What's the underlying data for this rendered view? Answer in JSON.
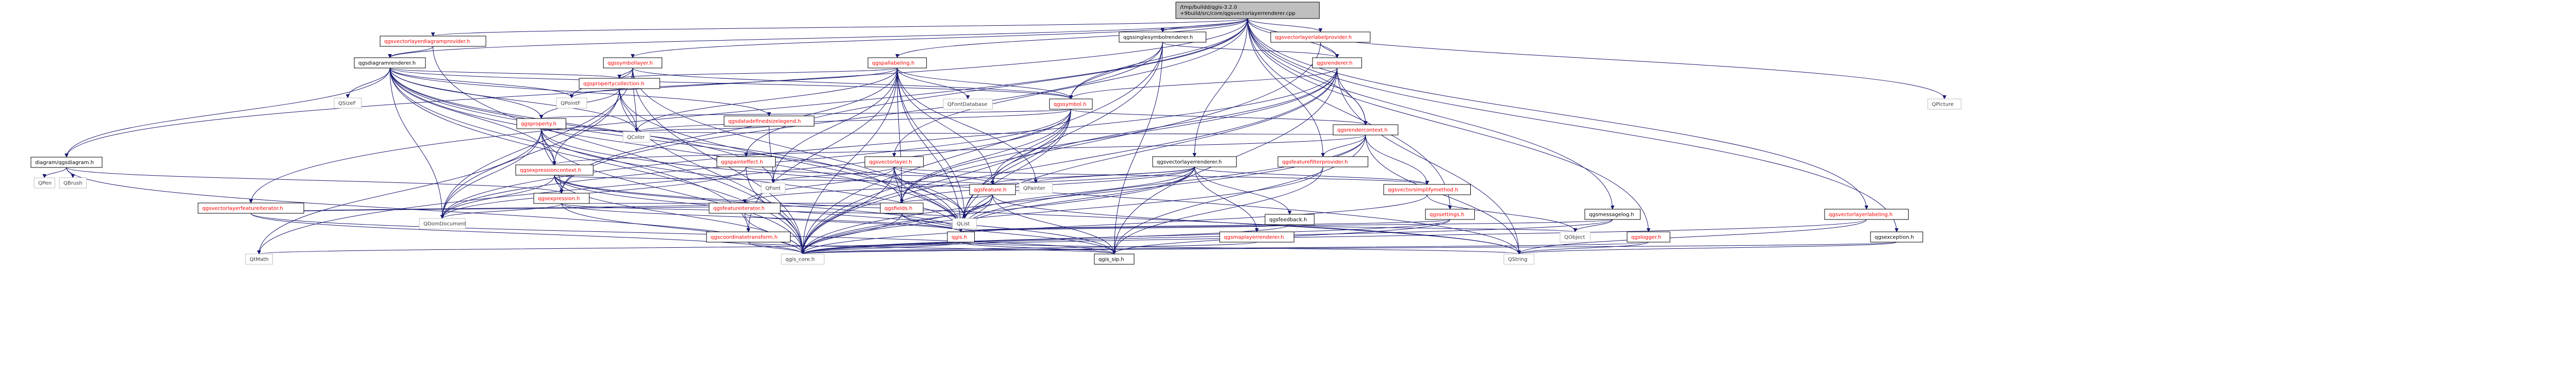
{
  "graph": {
    "root": {
      "id": "root",
      "lines": [
        "/tmp/buildd/qgis-3.2.0",
        "+9build/src/core/qgsvectorlayerrenderer.cpp"
      ]
    },
    "nodes": [
      {
        "id": "qgsvectorlayerdiagramprovider",
        "label": "qgsvectorlayerdiagramprovider.h",
        "style": "red"
      },
      {
        "id": "qgsdiagramrenderer",
        "label": "qgsdiagramrenderer.h",
        "style": "dark"
      },
      {
        "id": "diagram",
        "label": "diagram/qgsdiagram.h",
        "style": "dark"
      },
      {
        "id": "qpen",
        "label": "QPen",
        "style": "plain"
      },
      {
        "id": "qbrush",
        "label": "QBrush",
        "style": "plain"
      },
      {
        "id": "qsizef",
        "label": "QSizeF",
        "style": "plain"
      },
      {
        "id": "qpointf",
        "label": "QPointF",
        "style": "plain"
      },
      {
        "id": "qgsvectorlayerfeatureiterator",
        "label": "qgsvectorlayerfeatureiterator.h",
        "style": "red"
      },
      {
        "id": "qgssymbollayer",
        "label": "qgssymbollayer.h",
        "style": "red"
      },
      {
        "id": "qgspropertycollection",
        "label": "qgspropertycollection.h",
        "style": "red"
      },
      {
        "id": "qgsproperty",
        "label": "qgsproperty.h",
        "style": "red"
      },
      {
        "id": "qgsexpressioncontext",
        "label": "qgsexpressioncontext.h",
        "style": "red"
      },
      {
        "id": "qgsexpression",
        "label": "qgsexpression.h",
        "style": "red"
      },
      {
        "id": "qgspallabeling",
        "label": "qgspallabeling.h",
        "style": "red"
      },
      {
        "id": "qfontdatabase",
        "label": "QFontDatabase",
        "style": "plain"
      },
      {
        "id": "qgsdatadefinedsizelegend",
        "label": "qgsdatadefinedsizelegend.h",
        "style": "red"
      },
      {
        "id": "qgspainteffect",
        "label": "qgspainteffect.h",
        "style": "red"
      },
      {
        "id": "qgsvectorlayer",
        "label": "qgsvectorlayer.h",
        "style": "red"
      },
      {
        "id": "qgssinglesymbolrenderer",
        "label": "qgssinglesymbolrenderer.h",
        "style": "dark"
      },
      {
        "id": "qgssymbol",
        "label": "qgssymbol.h",
        "style": "red"
      },
      {
        "id": "qgsvectorlayerrenderer",
        "label": "qgsvectorlayerrenderer.h",
        "style": "dark"
      },
      {
        "id": "qgsvectorlayerlabelprovider",
        "label": "qgsvectorlayerlabelprovider.h",
        "style": "red"
      },
      {
        "id": "qgsrenderer",
        "label": "qgsrenderer.h",
        "style": "red"
      },
      {
        "id": "qgsrendercontext",
        "label": "qgsrendercontext.h",
        "style": "red"
      },
      {
        "id": "qgsfeaturefilterprovider",
        "label": "qgsfeaturefilterprovider.h",
        "style": "red"
      },
      {
        "id": "qgsvectorsimplifymethod",
        "label": "qgsvectorsimplifymethod.h",
        "style": "red"
      },
      {
        "id": "qgsfeature",
        "label": "qgsfeature.h",
        "style": "red"
      },
      {
        "id": "qgsfeatureiterator",
        "label": "qgsfeatureiterator.h",
        "style": "red"
      },
      {
        "id": "qgsfields",
        "label": "qgsfields.h",
        "style": "red"
      },
      {
        "id": "qgscoordinatetransform",
        "label": "qgscoordinatetransform.h",
        "style": "red"
      },
      {
        "id": "qgsmaplayerrenderer",
        "label": "qgsmaplayerrenderer.h",
        "style": "red"
      },
      {
        "id": "qgsfeedback",
        "label": "qgsfeedback.h",
        "style": "dark"
      },
      {
        "id": "qgssettings",
        "label": "qgssettings.h",
        "style": "red"
      },
      {
        "id": "qgslogger",
        "label": "qgslogger.h",
        "style": "red"
      },
      {
        "id": "qgsmessagelog",
        "label": "qgsmessagelog.h",
        "style": "dark"
      },
      {
        "id": "qgsvectorlayerlabeling",
        "label": "qgsvectorlayerlabeling.h",
        "style": "red"
      },
      {
        "id": "qgsexception",
        "label": "qgsexception.h",
        "style": "dark"
      },
      {
        "id": "qpicture",
        "label": "QPicture",
        "style": "plain"
      },
      {
        "id": "qcolor",
        "label": "QColor",
        "style": "plain"
      },
      {
        "id": "qfont",
        "label": "QFont",
        "style": "plain"
      },
      {
        "id": "qpainter",
        "label": "QPainter",
        "style": "plain"
      },
      {
        "id": "qdomdocument",
        "label": "QDomDocument",
        "style": "plain"
      },
      {
        "id": "qlist",
        "label": "QList",
        "style": "plain"
      },
      {
        "id": "qgis",
        "label": "qgis.h",
        "style": "red"
      },
      {
        "id": "qmath",
        "label": "QtMath",
        "style": "plain"
      },
      {
        "id": "qgis_core",
        "label": "qgis_core.h",
        "style": "plain"
      },
      {
        "id": "qgis_sip",
        "label": "qgis_sip.h",
        "style": "dark"
      },
      {
        "id": "qstring",
        "label": "QString",
        "style": "plain"
      },
      {
        "id": "qobject",
        "label": "QObject",
        "style": "plain"
      }
    ],
    "edges": [
      [
        "root",
        "qgsvectorlayerdiagramprovider"
      ],
      [
        "root",
        "qgsdiagramrenderer"
      ],
      [
        "root",
        "diagram"
      ],
      [
        "root",
        "qgsvectorlayerfeatureiterator"
      ],
      [
        "root",
        "qgssymbollayer"
      ],
      [
        "root",
        "qgspallabeling"
      ],
      [
        "root",
        "qgspainteffect"
      ],
      [
        "root",
        "qgsvectorlayer"
      ],
      [
        "root",
        "qgssinglesymbolrenderer"
      ],
      [
        "root",
        "qgssymbol"
      ],
      [
        "root",
        "qgsvectorlayerlabelprovider"
      ],
      [
        "root",
        "qgsrenderer"
      ],
      [
        "root",
        "qgsrendercontext"
      ],
      [
        "root",
        "qgsfeaturefilterprovider"
      ],
      [
        "root",
        "qgssettings"
      ],
      [
        "root",
        "qgslogger"
      ],
      [
        "root",
        "qgsmessagelog"
      ],
      [
        "root",
        "qgsvectorlayerlabeling"
      ],
      [
        "root",
        "qgsexception"
      ],
      [
        "root",
        "qpicture"
      ],
      [
        "root",
        "qgsvectorlayerrenderer"
      ],
      [
        "qgsvectorlayerdiagramprovider",
        "qgsdiagramrenderer"
      ],
      [
        "qgsvectorlayerdiagramprovider",
        "qgis_core"
      ],
      [
        "qgsdiagramrenderer",
        "diagram"
      ],
      [
        "qgsdiagramrenderer",
        "qsizef"
      ],
      [
        "qgsdiagramrenderer",
        "qpointf"
      ],
      [
        "qgsdiagramrenderer",
        "qgspropertycollection"
      ],
      [
        "qgsdiagramrenderer",
        "qgsproperty"
      ],
      [
        "qgsdiagramrenderer",
        "qgsexpressioncontext"
      ],
      [
        "qgsdiagramrenderer",
        "qgssymbol"
      ],
      [
        "qgsdiagramrenderer",
        "qgsdatadefinedsizelegend"
      ],
      [
        "qgsdiagramrenderer",
        "qcolor"
      ],
      [
        "qgsdiagramrenderer",
        "qfont"
      ],
      [
        "qgsdiagramrenderer",
        "qdomdocument"
      ],
      [
        "qgsdiagramrenderer",
        "qlist"
      ],
      [
        "qgsdiagramrenderer",
        "qgsfields"
      ],
      [
        "qgsdiagramrenderer",
        "qgscoordinatetransform"
      ],
      [
        "qgsdiagramrenderer",
        "qgis"
      ],
      [
        "qgsdiagramrenderer",
        "qgis_core"
      ],
      [
        "diagram",
        "qpen"
      ],
      [
        "diagram",
        "qbrush"
      ],
      [
        "diagram",
        "qgsexpression"
      ],
      [
        "diagram",
        "qgis_core"
      ],
      [
        "qgsvectorlayerfeatureiterator",
        "qgsfeatureiterator"
      ],
      [
        "qgsvectorlayerfeatureiterator",
        "qgsfields"
      ],
      [
        "qgsvectorlayerfeatureiterator",
        "qgis_core"
      ],
      [
        "qgsvectorlayerfeatureiterator",
        "qgis_sip"
      ],
      [
        "qgssymbollayer",
        "qgspropertycollection"
      ],
      [
        "qgssymbollayer",
        "qgssymbol"
      ],
      [
        "qgssymbollayer",
        "qcolor"
      ],
      [
        "qgssymbollayer",
        "qpointf"
      ],
      [
        "qgssymbollayer",
        "qgis"
      ],
      [
        "qgssymbollayer",
        "qgis_core"
      ],
      [
        "qgssymbollayer",
        "qdomdocument"
      ],
      [
        "qgspropertycollection",
        "qgsproperty"
      ],
      [
        "qgspropertycollection",
        "qgsexpressioncontext"
      ],
      [
        "qgspropertycollection",
        "qcolor"
      ],
      [
        "qgspropertycollection",
        "qgis"
      ],
      [
        "qgspropertycollection",
        "qgis_core"
      ],
      [
        "qgspropertycollection",
        "qdomdocument"
      ],
      [
        "qgsproperty",
        "qgsexpression"
      ],
      [
        "qgsproperty",
        "qgsexpressioncontext"
      ],
      [
        "qgsproperty",
        "qcolor"
      ],
      [
        "qgsproperty",
        "qdomdocument"
      ],
      [
        "qgsproperty",
        "qgis"
      ],
      [
        "qgsproperty",
        "qgis_core"
      ],
      [
        "qgsproperty",
        "qstring"
      ],
      [
        "qgsproperty",
        "qmath"
      ],
      [
        "qgsexpressioncontext",
        "qgsexpression"
      ],
      [
        "qgsexpressioncontext",
        "qgsfeature"
      ],
      [
        "qgsexpressioncontext",
        "qgis"
      ],
      [
        "qgsexpressioncontext",
        "qgis_core"
      ],
      [
        "qgsexpressioncontext",
        "qgis_sip"
      ],
      [
        "qgsexpressioncontext",
        "qstring"
      ],
      [
        "qgsexpressioncontext",
        "qdomdocument"
      ],
      [
        "qgsexpression",
        "qgsfields"
      ],
      [
        "qgsexpression",
        "qdomdocument"
      ],
      [
        "qgsexpression",
        "qgis_core"
      ],
      [
        "qgsexpression",
        "qgis"
      ],
      [
        "qgsexpression",
        "qlist"
      ],
      [
        "qgspallabeling",
        "qfontdatabase"
      ],
      [
        "qgspallabeling",
        "qcolor"
      ],
      [
        "qgspallabeling",
        "qfont"
      ],
      [
        "qgspallabeling",
        "qgssymbol"
      ],
      [
        "qgspallabeling",
        "qgspropertycollection"
      ],
      [
        "qgspallabeling",
        "qpointf"
      ],
      [
        "qgspallabeling",
        "qgsfeature"
      ],
      [
        "qgspallabeling",
        "qgsfields"
      ],
      [
        "qgspallabeling",
        "qlist"
      ],
      [
        "qgspallabeling",
        "qgis"
      ],
      [
        "qgspallabeling",
        "qgis_core"
      ],
      [
        "qgspallabeling",
        "qpainter"
      ],
      [
        "qgspallabeling",
        "qgscoordinatetransform"
      ],
      [
        "qgspallabeling",
        "qgsexpression"
      ],
      [
        "qgsdatadefinedsizelegend",
        "qcolor"
      ],
      [
        "qgsdatadefinedsizelegend",
        "qfont"
      ],
      [
        "qgspainteffect",
        "qpainter"
      ],
      [
        "qgspainteffect",
        "qgis_core"
      ],
      [
        "qgspainteffect",
        "qdomdocument"
      ],
      [
        "qgsvectorlayer",
        "qgsfeature"
      ],
      [
        "qgsvectorlayer",
        "qgsfields"
      ],
      [
        "qgsvectorlayer",
        "qgsfeatureiterator"
      ],
      [
        "qgsvectorlayer",
        "qlist"
      ],
      [
        "qgsvectorlayer",
        "qgis"
      ],
      [
        "qgsvectorlayer",
        "qgis_core"
      ],
      [
        "qgsvectorlayer",
        "qfont"
      ],
      [
        "qgsvectorlayer",
        "qgsvectorsimplifymethod"
      ],
      [
        "qgssinglesymbolrenderer",
        "qgsrenderer"
      ],
      [
        "qgssinglesymbolrenderer",
        "qgssymbol"
      ],
      [
        "qgssinglesymbolrenderer",
        "qgsexpression"
      ],
      [
        "qgssinglesymbolrenderer",
        "qgis_core"
      ],
      [
        "qgssinglesymbolrenderer",
        "qgis"
      ],
      [
        "qgssinglesymbolrenderer",
        "qgis_sip"
      ],
      [
        "qgssymbol",
        "qgsproperty"
      ],
      [
        "qgssymbol",
        "qgsrendercontext"
      ],
      [
        "qgssymbol",
        "qgsfeature"
      ],
      [
        "qgssymbol",
        "qgsfields"
      ],
      [
        "qgssymbol",
        "qgis"
      ],
      [
        "qgssymbol",
        "qgis_core"
      ],
      [
        "qgssymbol",
        "qmath"
      ],
      [
        "qgssymbol",
        "qcolor"
      ],
      [
        "qgssymbol",
        "qdomdocument"
      ],
      [
        "qgssymbol",
        "qlist"
      ],
      [
        "qgsvectorlayerrenderer",
        "qgsfeature"
      ],
      [
        "qgsvectorlayerrenderer",
        "qgsfields"
      ],
      [
        "qgsvectorlayerrenderer",
        "qgsfeatureiterator"
      ],
      [
        "qgsvectorlayerrenderer",
        "qgsvectorsimplifymethod"
      ],
      [
        "qgsvectorlayerrenderer",
        "qgsmaplayerrenderer"
      ],
      [
        "qgsvectorlayerrenderer",
        "qgsfeedback"
      ],
      [
        "qgsvectorlayerrenderer",
        "qlist"
      ],
      [
        "qgsvectorlayerrenderer",
        "qpainter"
      ],
      [
        "qgsvectorlayerrenderer",
        "qgis"
      ],
      [
        "qgsvectorlayerrenderer",
        "qgis_core"
      ],
      [
        "qgsvectorlayerlabelprovider",
        "qgsrenderer"
      ],
      [
        "qgsvectorlayerlabelprovider",
        "qgis_core"
      ],
      [
        "qgsrenderer",
        "qgssymbol"
      ],
      [
        "qgsrenderer",
        "qgsrendercontext"
      ],
      [
        "qgsrenderer",
        "qgsfeature"
      ],
      [
        "qgsrenderer",
        "qgsfields"
      ],
      [
        "qgsrenderer",
        "qgis"
      ],
      [
        "qgsrenderer",
        "qgis_core"
      ],
      [
        "qgsrenderer",
        "qgis_sip"
      ],
      [
        "qgsrenderer",
        "qstring"
      ],
      [
        "qgsrenderer",
        "qdomdocument"
      ],
      [
        "qgsrendercontext",
        "qcolor"
      ],
      [
        "qgsrendercontext",
        "qgsvectorsimplifymethod"
      ],
      [
        "qgsrendercontext",
        "qgsexpressioncontext"
      ],
      [
        "qgsrendercontext",
        "qgsfeaturefilterprovider"
      ],
      [
        "qgsrendercontext",
        "qgis"
      ],
      [
        "qgsrendercontext",
        "qgis_core"
      ],
      [
        "qgsrendercontext",
        "qgis_sip"
      ],
      [
        "qgsrendercontext",
        "qstring"
      ],
      [
        "qgsfeaturefilterprovider",
        "qgis_core"
      ],
      [
        "qgsfeaturefilterprovider",
        "qgis_sip"
      ],
      [
        "qgsvectorsimplifymethod",
        "qgis_core"
      ],
      [
        "qgsvectorsimplifymethod",
        "qobject"
      ],
      [
        "qgsfeature",
        "qgsfields"
      ],
      [
        "qgsfeature",
        "qlist"
      ],
      [
        "qgsfeature",
        "qgis"
      ],
      [
        "qgsfeature",
        "qgis_core"
      ],
      [
        "qgsfeature",
        "qgis_sip"
      ],
      [
        "qgsfeature",
        "qstring"
      ],
      [
        "qgsfeatureiterator",
        "qgis_core"
      ],
      [
        "qgsfeatureiterator",
        "qgis"
      ],
      [
        "qgsfields",
        "qgis_core"
      ],
      [
        "qgsfields",
        "qgis"
      ],
      [
        "qgsfields",
        "qgis_sip"
      ],
      [
        "qgscoordinatetransform",
        "qgis_core"
      ],
      [
        "qgscoordinatetransform",
        "qgis_sip"
      ],
      [
        "qgsmaplayerrenderer",
        "qgis_core"
      ],
      [
        "qgsfeedback",
        "qgis_core"
      ],
      [
        "qgsfeedback",
        "qobject"
      ],
      [
        "qgsfeedback",
        "qgis"
      ],
      [
        "qgssettings",
        "qgis_core"
      ],
      [
        "qgssettings",
        "qgis"
      ],
      [
        "qgssettings",
        "qgis_sip"
      ],
      [
        "qgslogger",
        "qgis_core"
      ],
      [
        "qgslogger",
        "qstring"
      ],
      [
        "qgsmessagelog",
        "qgis_core"
      ],
      [
        "qgsmessagelog",
        "qobject"
      ],
      [
        "qgsmessagelog",
        "qgis"
      ],
      [
        "qgsvectorlayerlabeling",
        "qgis_core"
      ],
      [
        "qgsvectorlayerlabeling",
        "qstring"
      ],
      [
        "qgsexception",
        "qgis_core"
      ],
      [
        "qgsexception",
        "qstring"
      ],
      [
        "qgis",
        "qmath"
      ],
      [
        "qgis",
        "qgis_core"
      ],
      [
        "qgis",
        "qgis_sip"
      ],
      [
        "qgis",
        "qstring"
      ]
    ]
  }
}
